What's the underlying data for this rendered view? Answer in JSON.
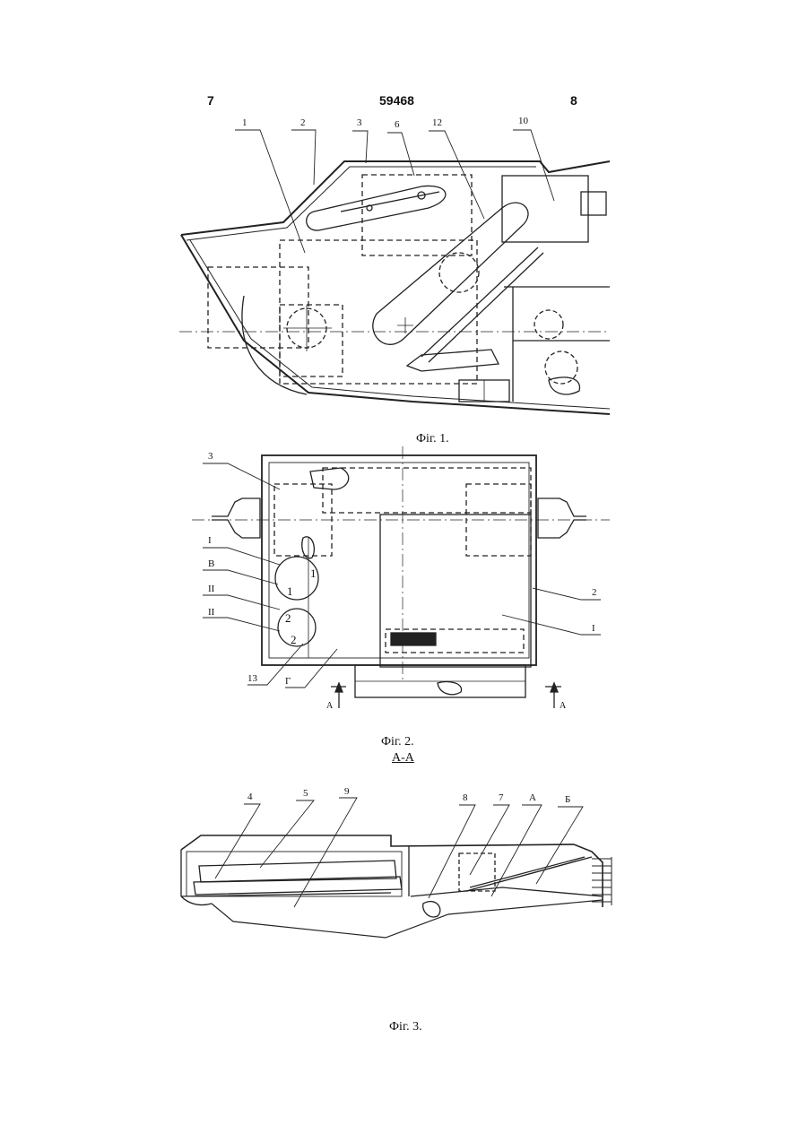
{
  "header": {
    "page_left": "7",
    "patent_number": "59468",
    "page_right": "8"
  },
  "figures": {
    "fig1": {
      "caption": "Фіг. 1.",
      "callouts": [
        "1",
        "2",
        "3",
        "6",
        "12",
        "10"
      ]
    },
    "fig2": {
      "caption": "Фіг. 2.",
      "callouts_left": [
        "3",
        "I",
        "В",
        "II",
        "II",
        "13",
        "Г"
      ],
      "callouts_right": [
        "2",
        "I"
      ],
      "circle_labels": [
        "1",
        "1",
        "2",
        "2"
      ],
      "section_marks": [
        "А",
        "А"
      ]
    },
    "section": {
      "label": "А-А"
    },
    "fig3": {
      "caption": "Фіг. 3.",
      "callouts": [
        "4",
        "5",
        "9",
        "8",
        "7",
        "А",
        "Б"
      ]
    }
  }
}
